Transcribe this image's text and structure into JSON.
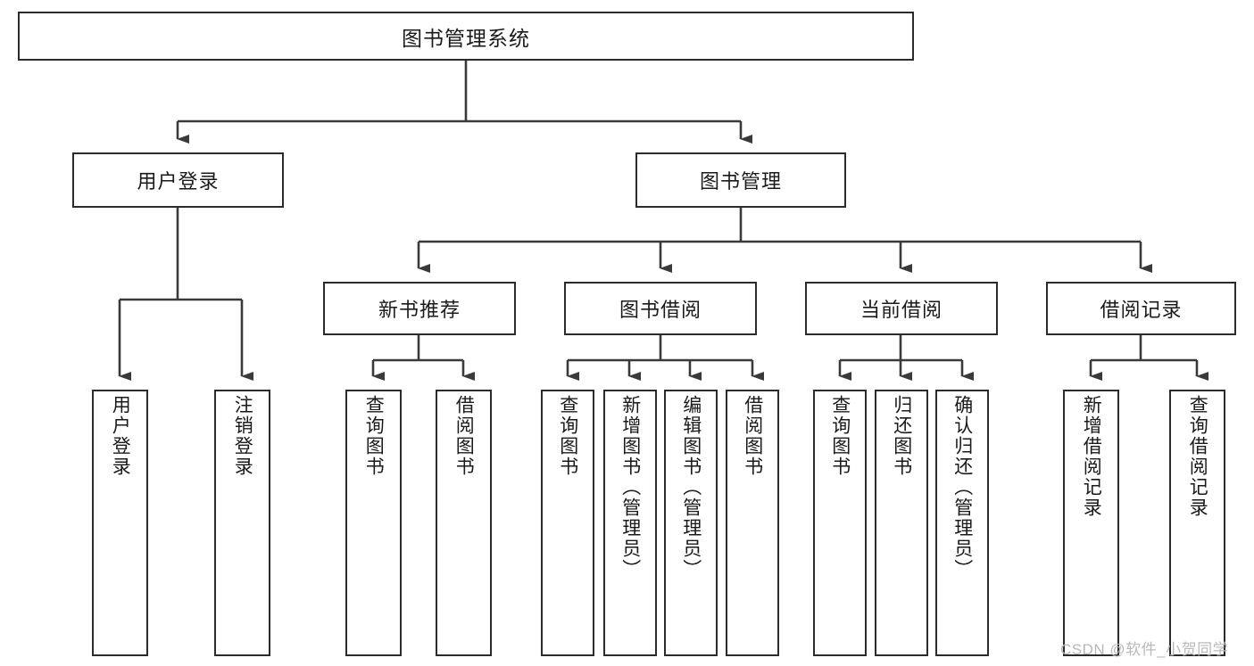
{
  "diagram": {
    "title": "图书管理系统",
    "type": "tree",
    "orientation": "top-down",
    "colors": {
      "box_border": "#2b2b2b",
      "box_fill": "#ffffff",
      "connector": "#3a3a3a",
      "text": "#1a1a1a",
      "watermark": "#b9b9b9",
      "background": "#ffffff"
    },
    "root": {
      "label": "图书管理系统"
    },
    "level2": [
      {
        "label": "用户登录"
      },
      {
        "label": "图书管理"
      }
    ],
    "level3": [
      {
        "label": "新书推荐"
      },
      {
        "label": "图书借阅"
      },
      {
        "label": "当前借阅"
      },
      {
        "label": "借阅记录"
      }
    ],
    "leaves": {
      "user_login": [
        {
          "label": "用户登录"
        },
        {
          "label": "注销登录"
        }
      ],
      "new_book_recommend": [
        {
          "label": "查询图书"
        },
        {
          "label": "借阅图书"
        }
      ],
      "book_borrow": [
        {
          "label": "查询图书"
        },
        {
          "label": "新增图书（管理员）"
        },
        {
          "label": "编辑图书（管理员）"
        },
        {
          "label": "借阅图书"
        }
      ],
      "current_borrow": [
        {
          "label": "查询图书"
        },
        {
          "label": "归还图书"
        },
        {
          "label": "确认归还（管理员）"
        }
      ],
      "borrow_record": [
        {
          "label": "新增借阅记录"
        },
        {
          "label": "查询借阅记录"
        }
      ]
    }
  },
  "watermark": {
    "text": "CSDN @软件_小贺同学"
  }
}
